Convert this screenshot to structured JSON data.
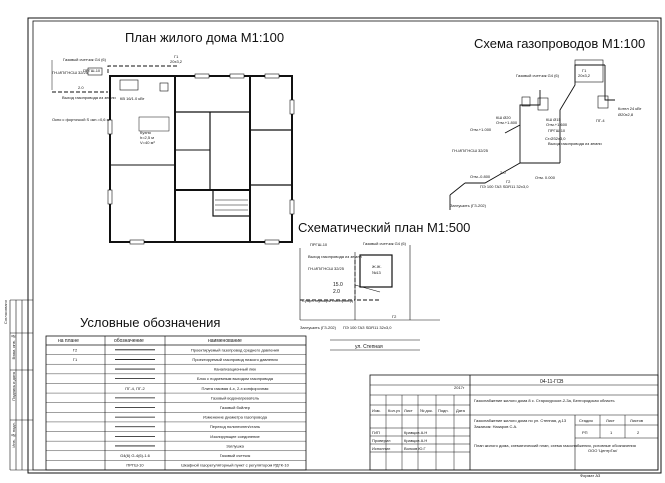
{
  "titles": {
    "plan_house": "План жилого дома М1:100",
    "gas_scheme": "Схема газопроводов М1:100",
    "schematic_plan": "Схематический план М1:500",
    "legend": "Условные обозначения"
  },
  "plan": {
    "label_meter": "Газовый счетчик G4 (6)",
    "label_prg": "ПРГШ-10",
    "label_g1_top": "Г1",
    "label_g1_size": "20х3,2",
    "label_gas_inlet": "ГН-ИП/ГНСШ 32/25",
    "label_2_0": "2.0",
    "label_exit": "Выход газопровода из земли",
    "label_window": "Окно с форточкой S окн.=0,6 м²",
    "label_room": "Кухня",
    "label_room_h": "h=2,5 м",
    "label_room_v": "V=40 м³",
    "label_boiler": "КВ 16/1.0 кВт"
  },
  "scheme": {
    "meter": "Газовый счетчик G4 (6)",
    "g1": "Г1",
    "g1_size": "20х3,2",
    "boiler": "Котел 24 кВт",
    "boiler_level": "Ø20х2,8",
    "pg4": "ПГ-4",
    "kshp": "КШ Ø20",
    "level_up": "Отм.+1.800",
    "ksh15": "КШ Ø15",
    "level_gas": "Отм.+1.600",
    "prg": "ПРГШ-10",
    "level_ground": "Отм.+1.000",
    "exit_land": "Выход газопровода из земли",
    "st": "Ст.Ø32х3,0",
    "level_0": "Отм. 0.000",
    "gnsh": "ГН-ИП/ГНСШ 32/25",
    "dim_2_0": "2.0",
    "g2": "Г2",
    "pipe": "ПЭ 100 ГАЗ SDR11 32х3,0",
    "level_n": "Отм.-0.800",
    "end": "Заглушить (ГЗ-202)"
  },
  "site": {
    "meter": "Газовый счетчик G4 (6)",
    "prg": "ПРГШ-10",
    "exit": "Выход газопровода из земли",
    "gnsh": "ГН-ИП/ГНСШ 32/25",
    "house_label": "Ж.Ж.",
    "house_no": "№13",
    "d15": "15.0",
    "d2": "2.0",
    "existing": "Существующий газопровод",
    "pipe_label": "Г2",
    "pipe_note": "ПЭ 100 ГАЗ SDR11 32х3,0",
    "end": "Заглушить (ГЗ-202)",
    "street": "ул. Степная"
  },
  "legend": {
    "headers": [
      "на плане",
      "обозначение",
      "наименование"
    ],
    "rows": [
      {
        "code": "Г2",
        "sym": "",
        "name": "Проектируемый газопровод среднего давления"
      },
      {
        "code": "Г1",
        "sym": "",
        "name": "Проектируемый газопровод низкого давления"
      },
      {
        "code": "",
        "sym": "",
        "name": "Канализационный люк"
      },
      {
        "code": "",
        "sym": "",
        "name": "Блок с подземным выходом газопровода"
      },
      {
        "code": "",
        "sym": "ПГ-4, ПГ-2",
        "name": "Плита газовая 4-х, 2-х конфорочная"
      },
      {
        "code": "",
        "sym": "",
        "name": "Газовый водонагреватель"
      },
      {
        "code": "",
        "sym": "",
        "name": "Газовый бойлер"
      },
      {
        "code": "",
        "sym": "",
        "name": "Изменение диаметра газопровода"
      },
      {
        "code": "",
        "sym": "",
        "name": "Переход полиэтилен/сталь"
      },
      {
        "code": "",
        "sym": "",
        "name": "Изолирующее соединение"
      },
      {
        "code": "",
        "sym": "",
        "name": "Заглушка"
      },
      {
        "code": "",
        "sym": "G4(6) G-4(6)-1.6",
        "name": "Газовый счетчик"
      },
      {
        "code": "",
        "sym": "ПРГШ-10",
        "name": "Шкафной газорегуляторный пункт с регулятором РДГК-10"
      }
    ]
  },
  "stamp": {
    "code": "04-11-ГСВ",
    "year": "2017г",
    "project": "Газоснабжение жилого дома 8 с. Старокурское-2-3а, Белгородская область",
    "object": "Газоснабжение жилого дома по ул. Степная, д.13",
    "customer": "Заказчик: Назаров С.А.",
    "cols": [
      "Изм.",
      "Кол.уч",
      "Лист",
      "№ док.",
      "Подп.",
      "Дата"
    ],
    "roles": [
      {
        "role": "ГИП",
        "name": "Кравцов А.Н"
      },
      {
        "role": "Проверил",
        "name": "Кравцов А.Н"
      },
      {
        "role": "Исполнил",
        "name": "Волков Ю.Г"
      }
    ],
    "stage_label": "Стадия",
    "sheet_label": "Лист",
    "sheets_label": "Листов",
    "stage": "РП",
    "sheet": "1",
    "sheets": "2",
    "desc": "План жилого дома, схематический план, схема газоснабжения, условные обозначения",
    "firm": "ООО 'ЦентрГаз'",
    "format": "Формат А3"
  },
  "sidebar": {
    "l1": "Согласовано",
    "l2": "Взам. инв. №",
    "l3": "Подпись и дата",
    "l4": "Инв. № подл."
  }
}
